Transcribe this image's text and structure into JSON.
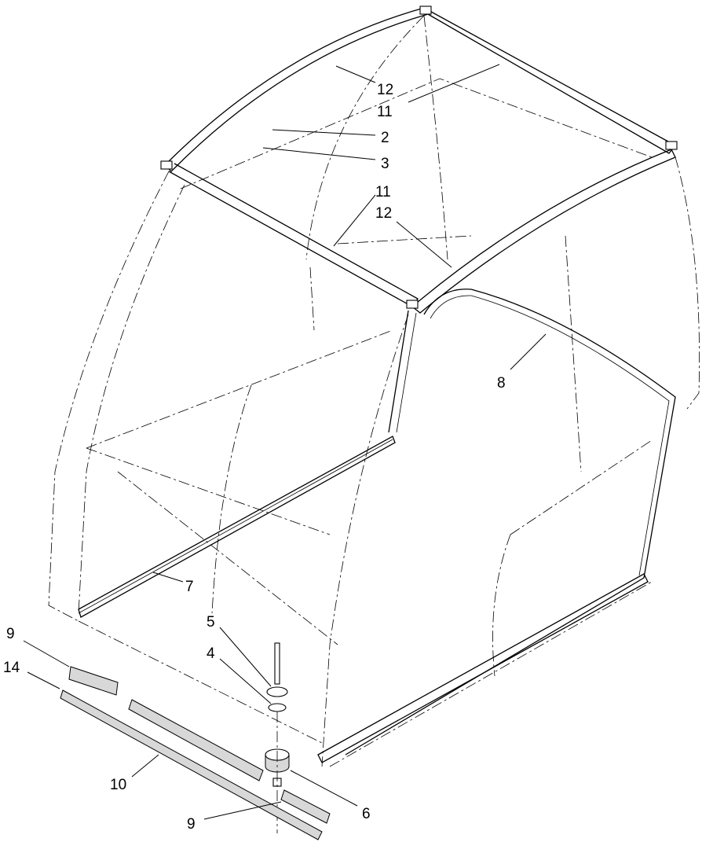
{
  "diagram": {
    "callouts": [
      {
        "label": "12"
      },
      {
        "label": "11"
      },
      {
        "label": "2"
      },
      {
        "label": "3"
      },
      {
        "label": "11"
      },
      {
        "label": "12"
      },
      {
        "label": "8"
      },
      {
        "label": "7"
      },
      {
        "label": "5"
      },
      {
        "label": "4"
      },
      {
        "label": "9"
      },
      {
        "label": "14"
      },
      {
        "label": "10"
      },
      {
        "label": "6"
      },
      {
        "label": "9"
      }
    ]
  }
}
